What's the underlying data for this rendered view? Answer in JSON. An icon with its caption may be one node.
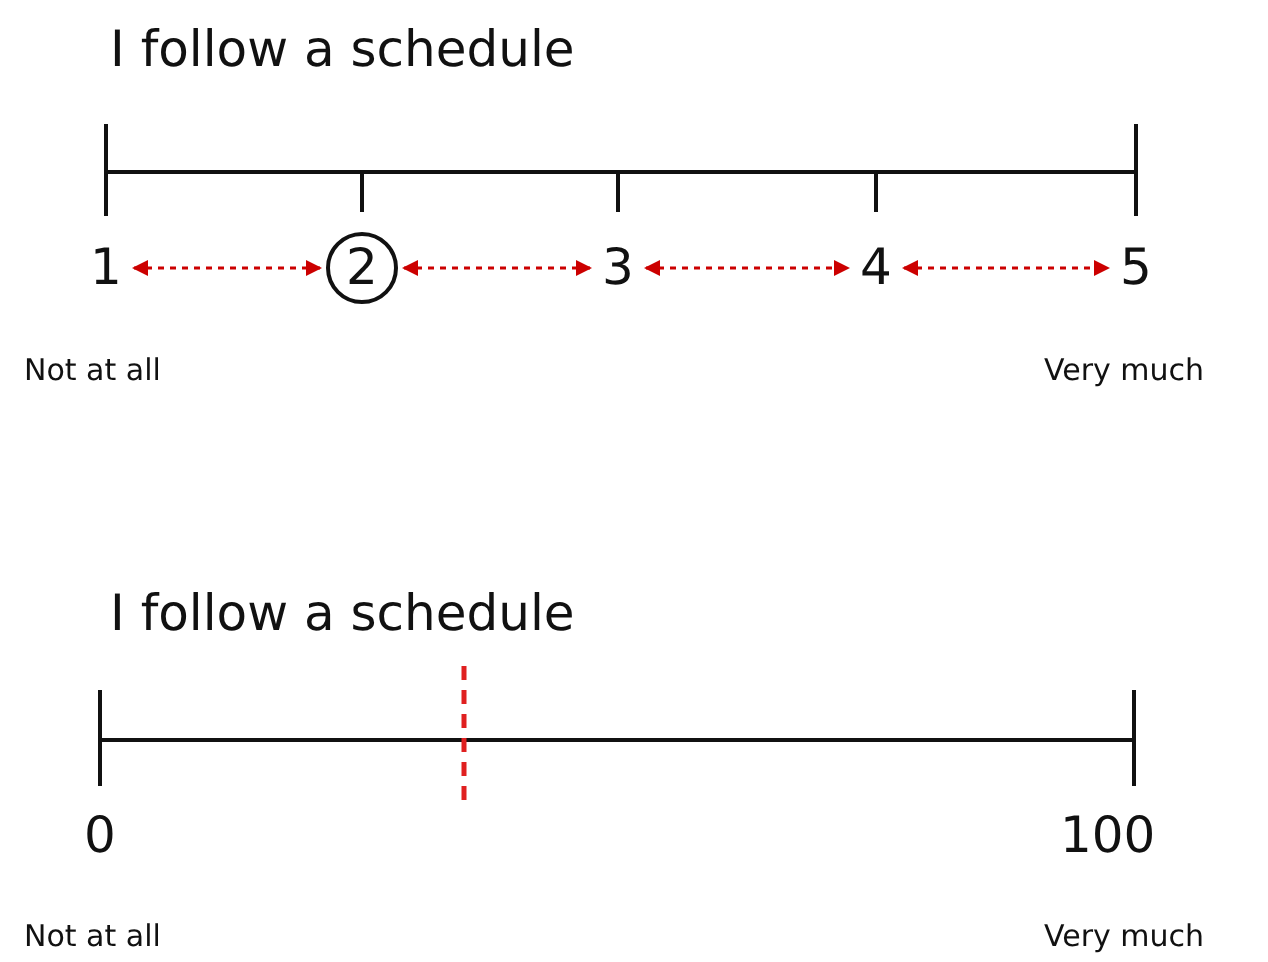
{
  "diagram": {
    "nodes": [
      {
        "text": [
          "1"
        ]
      },
      {
        "text": [
          "2"
        ]
      },
      {
        "text": [
          "3"
        ]
      },
      {
        "text": [
          "4"
        ]
      },
      {
        "text": [
          "5"
        ]
      }
    ],
    "edges": [
      {
        "from": 0,
        "to": 1,
        "arrow": "both",
        "style": "dashed",
        "color": "#cc0000"
      },
      {
        "from": 1,
        "to": 2,
        "arrow": "both",
        "style": "dashed",
        "color": "#cc0000"
      },
      {
        "from": 2,
        "to": 3,
        "arrow": "both",
        "style": "dashed",
        "color": "#cc0000"
      },
      {
        "from": 3,
        "to": 4,
        "arrow": "both",
        "style": "dashed",
        "color": "#cc0000"
      }
    ],
    "labels": [
      "I follow a schedule",
      "Not at all",
      "Very much",
      "I follow a schedule",
      "0",
      "100",
      "Not at all",
      "Very much"
    ]
  }
}
